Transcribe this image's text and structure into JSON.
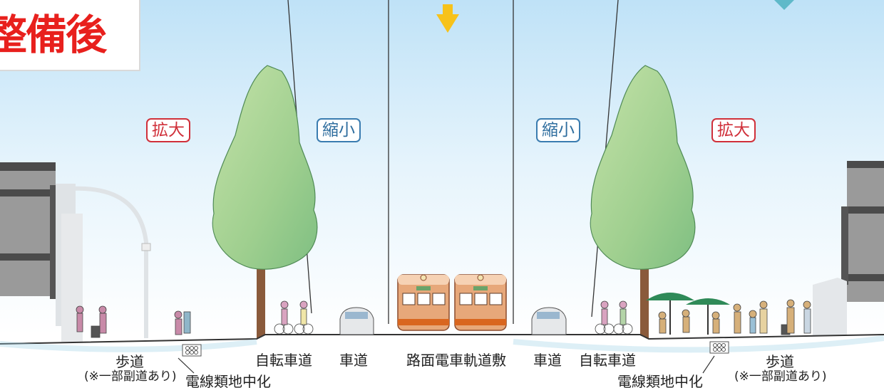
{
  "title": "整備後",
  "tags": {
    "left_expand": "拡大",
    "left_shrink": "縮小",
    "right_shrink": "縮小",
    "right_expand": "拡大"
  },
  "labels": {
    "sidewalk_left": "歩道",
    "sidewalk_left_note": "(※一部副道あり)",
    "utility_left": "電線類地中化",
    "bike_lane_left": "自転車道",
    "roadway_left": "車道",
    "tram_track": "路面電車軌道敷",
    "roadway_right": "車道",
    "bike_lane_right": "自転車道",
    "utility_right": "電線類地中化",
    "sidewalk_right": "歩道",
    "sidewalk_right_note": "(※一部副道あり)"
  },
  "colors": {
    "title_red": "#e8201d",
    "expand_red": "#d0303a",
    "shrink_blue": "#3a7cb0",
    "sky": "#c9e6f8",
    "tree_green": "#a9d39a",
    "tram_orange": "#e2874a",
    "arrow_yellow": "#f7c21a"
  },
  "icons": {
    "down_arrow": "down-arrow-icon",
    "utility_conduit": "conduit-icon"
  }
}
